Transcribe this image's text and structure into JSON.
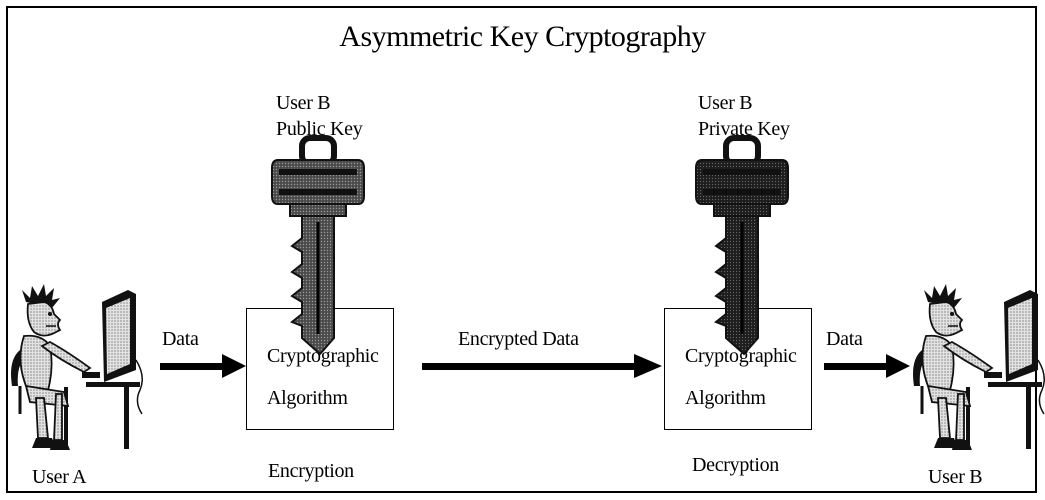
{
  "title": "Asymmetric Key Cryptography",
  "public_key": {
    "line1": "User B",
    "line2": "Public Key",
    "icon": "key-icon"
  },
  "private_key": {
    "line1": "User B",
    "line2": "Private Key",
    "icon": "key-icon"
  },
  "user_a": {
    "label": "User A",
    "icon": "person-at-computer-icon"
  },
  "user_b": {
    "label": "User B",
    "icon": "person-at-computer-icon"
  },
  "encryption_box": {
    "line1": "Cryptographic",
    "line2": "Algorithm",
    "caption": "Encryption"
  },
  "decryption_box": {
    "line1": "Cryptographic",
    "line2": "Algorithm",
    "caption": "Decryption"
  },
  "arrows": {
    "input_label": "Data",
    "middle_label": "Encrypted Data",
    "output_label": "Data"
  },
  "colors": {
    "line": "#000000",
    "key_fill": "#555555",
    "key_dark": "#222222",
    "figure_fill": "#d9d9d9"
  }
}
